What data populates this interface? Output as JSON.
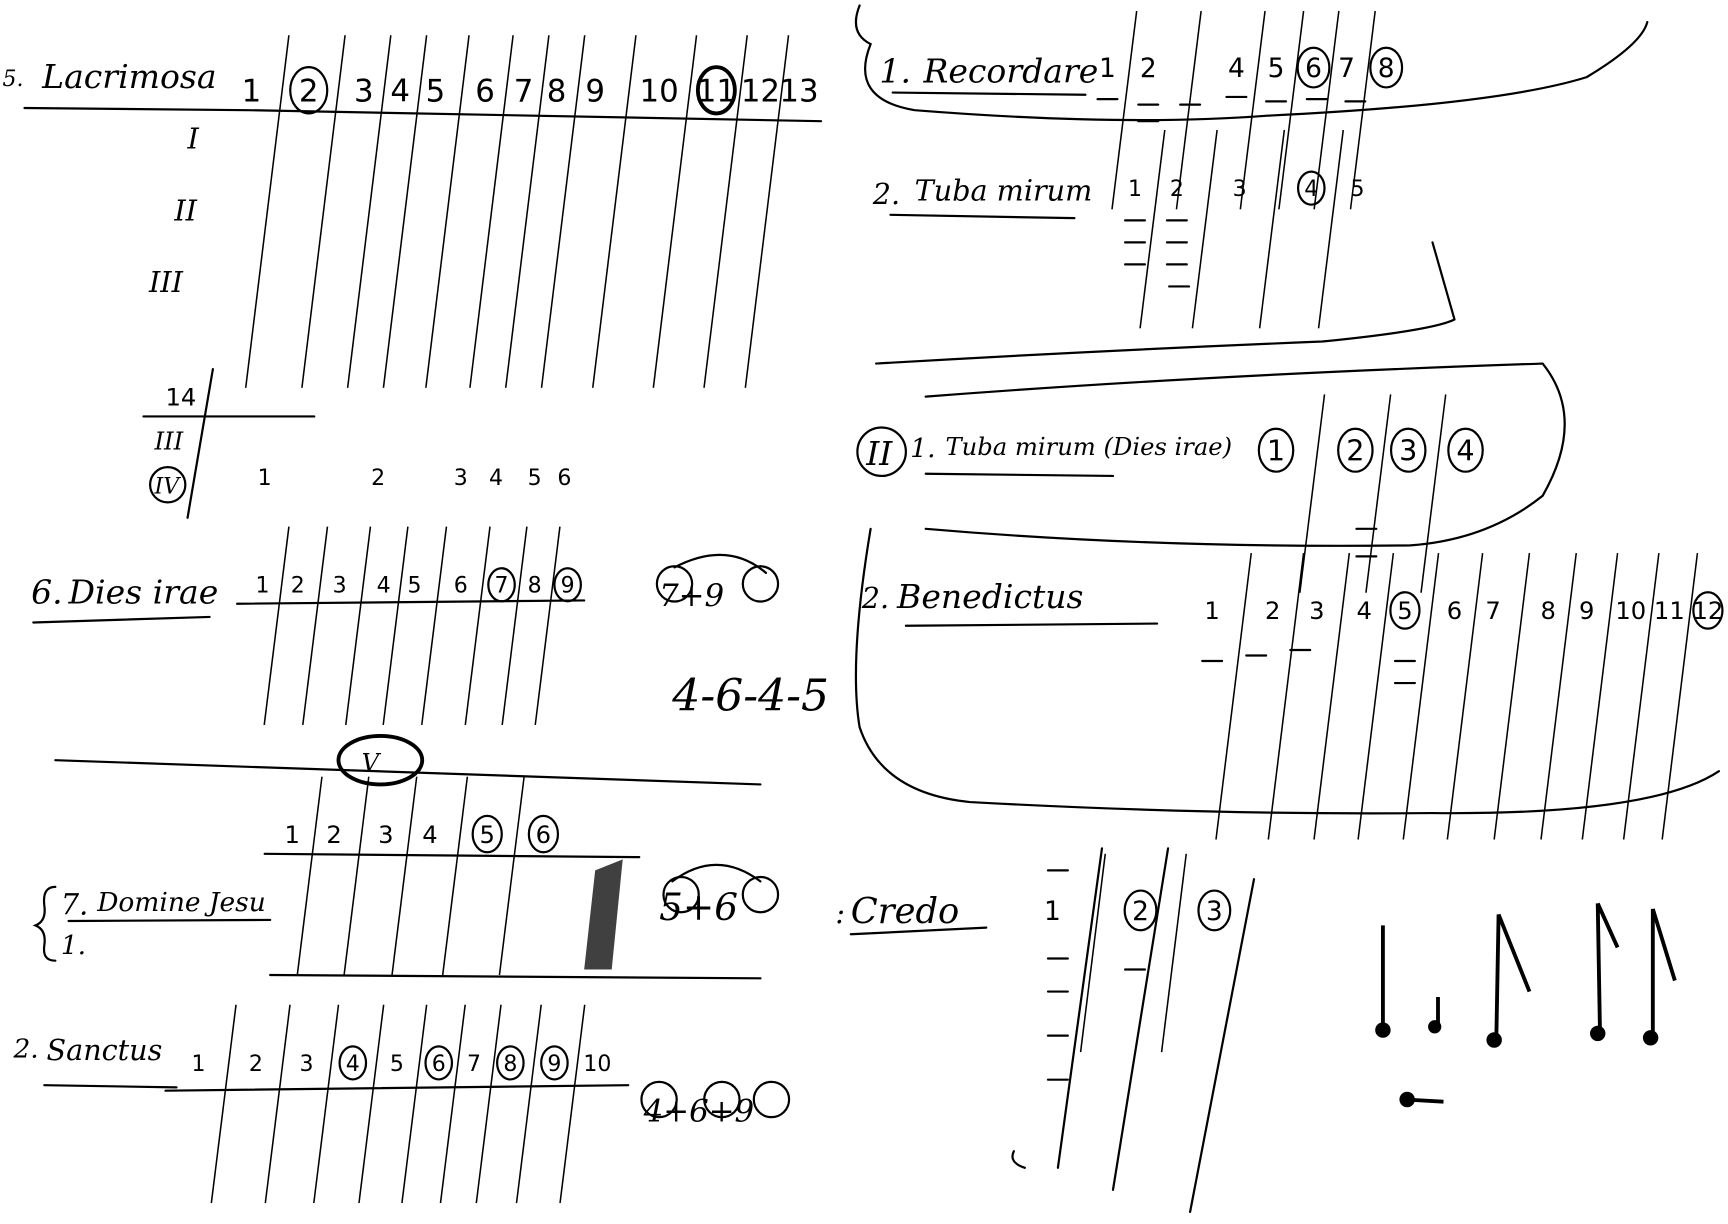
{
  "sections": {
    "lacrimosa": {
      "prefix": "5.",
      "title": "Lacrimosa",
      "columns": [
        "1",
        "2",
        "3",
        "4",
        "5",
        "6",
        "7",
        "8",
        "9",
        "10",
        "11",
        "12",
        "13"
      ],
      "circled": [
        "2",
        "11"
      ],
      "extra_column": "14"
    },
    "dies_irae": {
      "prefix": "6.",
      "title": "Dies irae",
      "top_columns": [
        "1",
        "2",
        "3",
        "4",
        "5",
        "6"
      ],
      "columns": [
        "1",
        "2",
        "3",
        "4",
        "5",
        "6",
        "7",
        "8",
        "9"
      ],
      "circled": [
        "7",
        "9"
      ],
      "summary": "7+9",
      "pattern": "4-6-4-5"
    },
    "domine_jesu": {
      "prefix": "7.",
      "alt_prefix": "1.",
      "title": "Domine Jesu",
      "columns": [
        "1",
        "2",
        "3",
        "4",
        "5",
        "6"
      ],
      "circled": [
        "5",
        "6"
      ],
      "summary": "5+6",
      "marker": "V"
    },
    "sanctus": {
      "prefix": "2.",
      "title": "Sanctus",
      "columns": [
        "1",
        "2",
        "3",
        "4",
        "5",
        "6",
        "7",
        "8",
        "9",
        "10"
      ],
      "circled": [
        "4",
        "6",
        "8",
        "9"
      ],
      "summary": "4+6+9"
    },
    "recordare": {
      "prefix": "1.",
      "title": "Recordare",
      "columns": [
        "1",
        "2",
        "4",
        "5",
        "6",
        "7",
        "8"
      ],
      "circled": [
        "6",
        "8"
      ]
    },
    "tuba_mirum": {
      "prefix": "2.",
      "title": "Tuba mirum",
      "columns": [
        "1",
        "2",
        "3",
        "4",
        "5"
      ],
      "circled": [
        "4"
      ]
    },
    "tuba_mirum_ii": {
      "group": "II",
      "prefix": "1.",
      "title": "Tuba mirum (Dies irae)",
      "columns": [
        "1",
        "2",
        "3",
        "4"
      ],
      "circled": [
        "1",
        "2",
        "3",
        "4"
      ]
    },
    "benedictus": {
      "prefix": "2.",
      "title": "Benedictus",
      "columns": [
        "1",
        "2",
        "3",
        "4",
        "5",
        "6",
        "7",
        "8",
        "9",
        "10",
        "11",
        "12"
      ],
      "circled": [
        "5",
        "12"
      ]
    },
    "credo": {
      "prefix": ":",
      "title": "Credo",
      "columns": [
        "1",
        "2",
        "3"
      ],
      "circled": [
        "2",
        "3"
      ]
    }
  },
  "roman_rows": [
    "I",
    "II",
    "III",
    "IV"
  ],
  "ink_color": "#000000",
  "paper_color": "#ffffff"
}
